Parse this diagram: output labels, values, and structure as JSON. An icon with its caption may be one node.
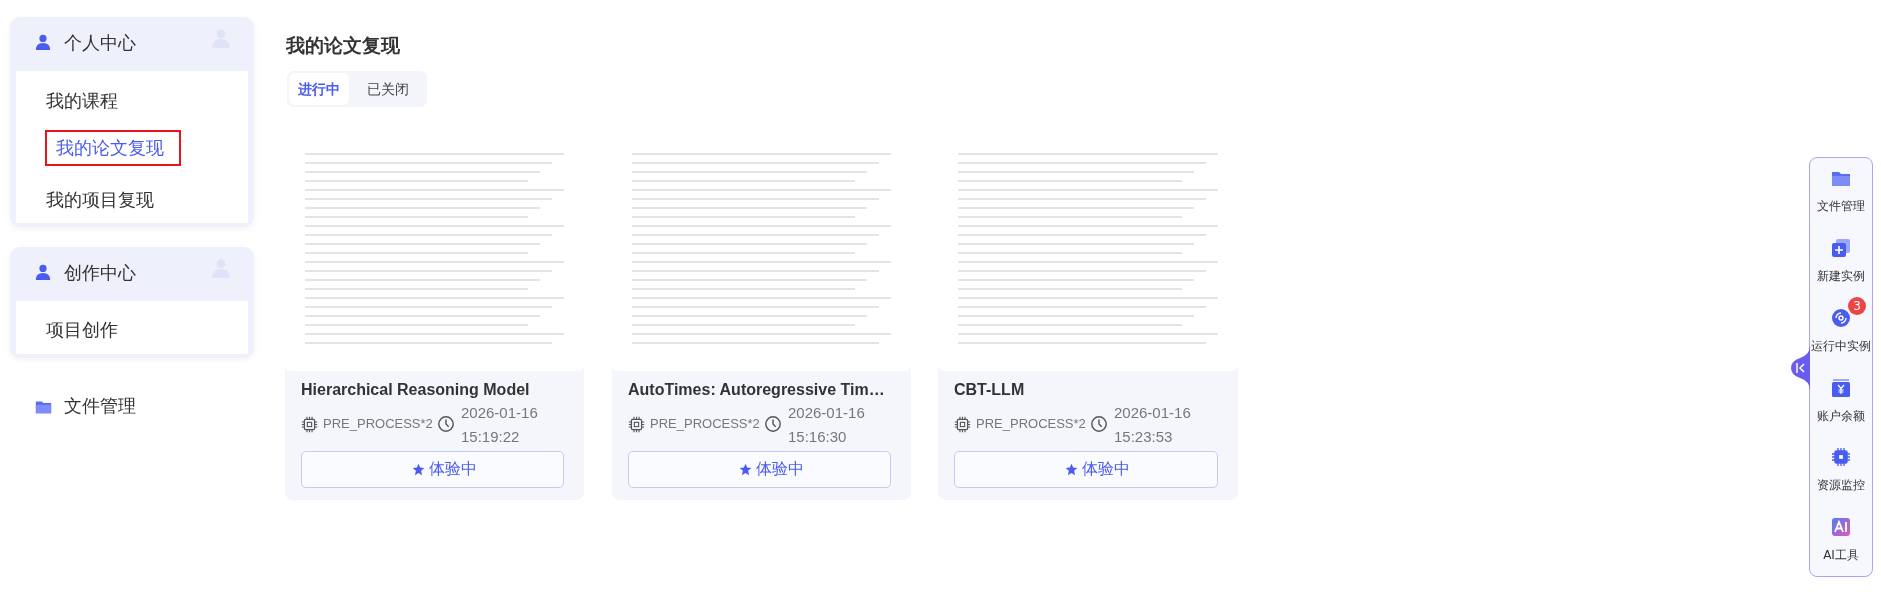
{
  "diagram": {
    "nodes": [
      {
        "text": [
          "个人中心"
        ]
      },
      {
        "text": [
          "我的课程"
        ],
        "in": 0
      },
      {
        "text": [
          "我的论文复现"
        ],
        "in": 0
      },
      {
        "text": [
          "我的项目复现"
        ],
        "in": 0
      },
      {
        "text": [
          "创作中心"
        ]
      },
      {
        "text": [
          "项目创作"
        ],
        "in": 4
      },
      {
        "text": [
          "文件管理"
        ]
      },
      {
        "text": [
          "Hierarchical Reasoning Model",
          "PRE_PROCESS*2",
          "2026-01-16 15:19:22",
          "体验中"
        ]
      },
      {
        "text": [
          "AutoTimes: Autoregressive Tim…",
          "PRE_PROCESS*2",
          "2026-01-16 15:16:30",
          "体验中"
        ]
      },
      {
        "text": [
          "CBT-LLM",
          "PRE_PROCESS*2",
          "2026-01-16 15:23:53",
          "体验中"
        ]
      },
      {
        "text": [],
        "shape": "bar"
      },
      {
        "text": [
          "文件管理"
        ],
        "in": 10
      },
      {
        "text": [
          "新建实例"
        ],
        "in": 10
      },
      {
        "text": [
          "运行中实例"
        ],
        "in": 10
      },
      {
        "text": [
          "账户余额"
        ],
        "in": 10
      },
      {
        "text": [
          "资源监控"
        ],
        "in": 10
      },
      {
        "text": [
          "AI工具"
        ],
        "in": 10
      }
    ],
    "labels": [
      "我的论文复现",
      "进行中",
      "已关闭",
      "3"
    ]
  }
}
